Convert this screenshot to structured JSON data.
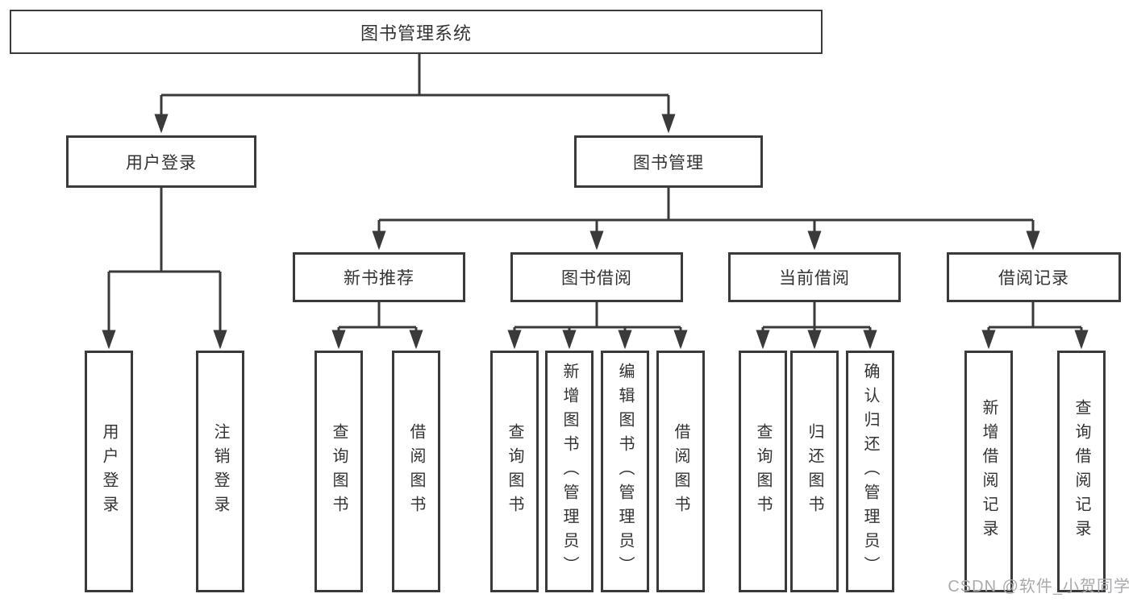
{
  "page": {
    "background_color": "#ffffff"
  },
  "diagram": {
    "type": "tree",
    "line_color": "#3a3a3a",
    "box_border_color": "#3a3a3a",
    "text_color": "#333333",
    "root": {
      "label": "图书管理系统"
    },
    "level2": [
      {
        "label": "用户登录",
        "parent": "图书管理系统"
      },
      {
        "label": "图书管理",
        "parent": "图书管理系统"
      }
    ],
    "level3": [
      {
        "label": "新书推荐",
        "parent": "图书管理"
      },
      {
        "label": "图书借阅",
        "parent": "图书管理"
      },
      {
        "label": "当前借阅",
        "parent": "图书管理"
      },
      {
        "label": "借阅记录",
        "parent": "图书管理"
      }
    ],
    "level4": [
      {
        "label": "用户登录",
        "parent": "用户登录"
      },
      {
        "label": "注销登录",
        "parent": "用户登录"
      },
      {
        "label": "查询图书",
        "parent": "新书推荐"
      },
      {
        "label": "借阅图书",
        "parent": "新书推荐"
      },
      {
        "label": "查询图书",
        "parent": "图书借阅"
      },
      {
        "label": "新增图书（管理员）",
        "parent": "图书借阅"
      },
      {
        "label": "编辑图书（管理员）",
        "parent": "图书借阅"
      },
      {
        "label": "借阅图书",
        "parent": "图书借阅"
      },
      {
        "label": "查询图书",
        "parent": "当前借阅"
      },
      {
        "label": "归还图书",
        "parent": "当前借阅"
      },
      {
        "label": "确认归还（管理员）",
        "parent": "当前借阅"
      },
      {
        "label": "新增借阅记录",
        "parent": "借阅记录"
      },
      {
        "label": "查询借阅记录",
        "parent": "借阅记录"
      }
    ]
  },
  "watermark": {
    "text": "CSDN @软件_小贺同学",
    "color": "#aba9ad"
  }
}
